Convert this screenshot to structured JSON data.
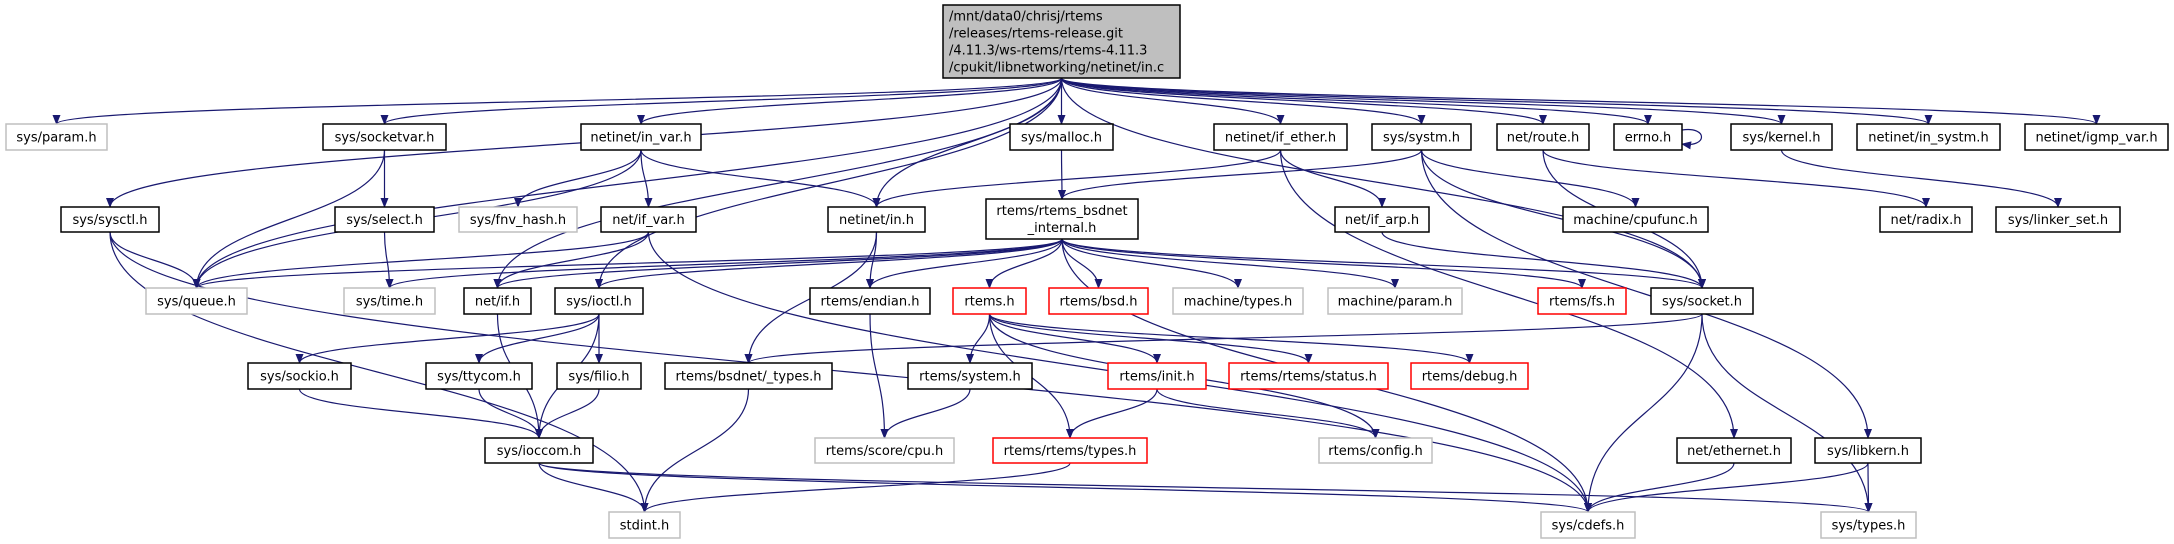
{
  "colors": {
    "edge": "#191970",
    "root_fill": "#bfbfbf",
    "node_border": "#000000",
    "missing_border": "#bfbfbf",
    "truncated_border": "#ff0000"
  },
  "nodes": [
    {
      "id": "root",
      "kind": "root",
      "lines": [
        "/mnt/data0/chrisj/rtems",
        "/releases/rtems-release.git",
        "/4.11.3/ws-rtems/rtems-4.11.3",
        "/cpukit/libnetworking/netinet/in.c"
      ]
    },
    {
      "id": "param",
      "kind": "missing",
      "lines": [
        "sys/param.h"
      ]
    },
    {
      "id": "socketvar",
      "kind": "normal",
      "lines": [
        "sys/socketvar.h"
      ]
    },
    {
      "id": "in_var",
      "kind": "normal",
      "lines": [
        "netinet/in_var.h"
      ]
    },
    {
      "id": "malloc",
      "kind": "normal",
      "lines": [
        "sys/malloc.h"
      ]
    },
    {
      "id": "if_ether",
      "kind": "normal",
      "lines": [
        "netinet/if_ether.h"
      ]
    },
    {
      "id": "systm",
      "kind": "normal",
      "lines": [
        "sys/systm.h"
      ]
    },
    {
      "id": "route",
      "kind": "normal",
      "lines": [
        "net/route.h"
      ]
    },
    {
      "id": "errno",
      "kind": "normal",
      "lines": [
        "errno.h"
      ]
    },
    {
      "id": "kernel",
      "kind": "normal",
      "lines": [
        "sys/kernel.h"
      ]
    },
    {
      "id": "in_systm",
      "kind": "normal",
      "lines": [
        "netinet/in_systm.h"
      ]
    },
    {
      "id": "igmp_var",
      "kind": "normal",
      "lines": [
        "netinet/igmp_var.h"
      ]
    },
    {
      "id": "sysctl",
      "kind": "normal",
      "lines": [
        "sys/sysctl.h"
      ]
    },
    {
      "id": "select",
      "kind": "normal",
      "lines": [
        "sys/select.h"
      ]
    },
    {
      "id": "fnv_hash",
      "kind": "missing",
      "lines": [
        "sys/fnv_hash.h"
      ]
    },
    {
      "id": "if_var",
      "kind": "normal",
      "lines": [
        "net/if_var.h"
      ]
    },
    {
      "id": "in",
      "kind": "normal",
      "lines": [
        "netinet/in.h"
      ]
    },
    {
      "id": "bsdnet",
      "kind": "normal",
      "lines": [
        "rtems/rtems_bsdnet",
        "_internal.h"
      ]
    },
    {
      "id": "if_arp",
      "kind": "normal",
      "lines": [
        "net/if_arp.h"
      ]
    },
    {
      "id": "cpufunc",
      "kind": "normal",
      "lines": [
        "machine/cpufunc.h"
      ]
    },
    {
      "id": "radix",
      "kind": "normal",
      "lines": [
        "net/radix.h"
      ]
    },
    {
      "id": "linker_set",
      "kind": "normal",
      "lines": [
        "sys/linker_set.h"
      ]
    },
    {
      "id": "queue",
      "kind": "missing",
      "lines": [
        "sys/queue.h"
      ]
    },
    {
      "id": "time",
      "kind": "missing",
      "lines": [
        "sys/time.h"
      ]
    },
    {
      "id": "if",
      "kind": "normal",
      "lines": [
        "net/if.h"
      ]
    },
    {
      "id": "ioctl",
      "kind": "normal",
      "lines": [
        "sys/ioctl.h"
      ]
    },
    {
      "id": "endian",
      "kind": "normal",
      "lines": [
        "rtems/endian.h"
      ]
    },
    {
      "id": "rtems",
      "kind": "truncated",
      "lines": [
        "rtems.h"
      ]
    },
    {
      "id": "bsd",
      "kind": "truncated",
      "lines": [
        "rtems/bsd.h"
      ]
    },
    {
      "id": "mtypes",
      "kind": "missing",
      "lines": [
        "machine/types.h"
      ]
    },
    {
      "id": "mparam",
      "kind": "missing",
      "lines": [
        "machine/param.h"
      ]
    },
    {
      "id": "fs",
      "kind": "truncated",
      "lines": [
        "rtems/fs.h"
      ]
    },
    {
      "id": "socket",
      "kind": "normal",
      "lines": [
        "sys/socket.h"
      ]
    },
    {
      "id": "sockio",
      "kind": "normal",
      "lines": [
        "sys/sockio.h"
      ]
    },
    {
      "id": "ttycom",
      "kind": "normal",
      "lines": [
        "sys/ttycom.h"
      ]
    },
    {
      "id": "filio",
      "kind": "normal",
      "lines": [
        "sys/filio.h"
      ]
    },
    {
      "id": "bsdnet_types",
      "kind": "normal",
      "lines": [
        "rtems/bsdnet/_types.h"
      ]
    },
    {
      "id": "system",
      "kind": "normal",
      "lines": [
        "rtems/system.h"
      ]
    },
    {
      "id": "init",
      "kind": "truncated",
      "lines": [
        "rtems/init.h"
      ]
    },
    {
      "id": "status",
      "kind": "truncated",
      "lines": [
        "rtems/rtems/status.h"
      ]
    },
    {
      "id": "debug",
      "kind": "truncated",
      "lines": [
        "rtems/debug.h"
      ]
    },
    {
      "id": "ioccom",
      "kind": "normal",
      "lines": [
        "sys/ioccom.h"
      ]
    },
    {
      "id": "cpu",
      "kind": "missing",
      "lines": [
        "rtems/score/cpu.h"
      ]
    },
    {
      "id": "rtypes",
      "kind": "truncated",
      "lines": [
        "rtems/rtems/types.h"
      ]
    },
    {
      "id": "config",
      "kind": "missing",
      "lines": [
        "rtems/config.h"
      ]
    },
    {
      "id": "ethernet",
      "kind": "normal",
      "lines": [
        "net/ethernet.h"
      ]
    },
    {
      "id": "libkern",
      "kind": "normal",
      "lines": [
        "sys/libkern.h"
      ]
    },
    {
      "id": "stdint",
      "kind": "missing",
      "lines": [
        "stdint.h"
      ]
    },
    {
      "id": "cdefs",
      "kind": "missing",
      "lines": [
        "sys/cdefs.h"
      ]
    },
    {
      "id": "types",
      "kind": "missing",
      "lines": [
        "sys/types.h"
      ]
    }
  ],
  "edges": [
    [
      "root",
      "param"
    ],
    [
      "root",
      "sysctl"
    ],
    [
      "root",
      "queue"
    ],
    [
      "root",
      "socketvar"
    ],
    [
      "root",
      "in_var"
    ],
    [
      "root",
      "if"
    ],
    [
      "root",
      "ioctl"
    ],
    [
      "root",
      "in"
    ],
    [
      "root",
      "malloc"
    ],
    [
      "root",
      "if_ether"
    ],
    [
      "root",
      "systm"
    ],
    [
      "root",
      "route"
    ],
    [
      "root",
      "errno"
    ],
    [
      "root",
      "kernel"
    ],
    [
      "root",
      "in_systm"
    ],
    [
      "root",
      "igmp_var"
    ],
    [
      "root",
      "socket"
    ],
    [
      "socketvar",
      "queue"
    ],
    [
      "socketvar",
      "select"
    ],
    [
      "select",
      "time"
    ],
    [
      "in_var",
      "queue"
    ],
    [
      "in_var",
      "fnv_hash"
    ],
    [
      "in_var",
      "if_var"
    ],
    [
      "in_var",
      "in"
    ],
    [
      "if_var",
      "queue"
    ],
    [
      "if_var",
      "if"
    ],
    [
      "if_var",
      "cdefs"
    ],
    [
      "sysctl",
      "queue"
    ],
    [
      "sysctl",
      "stdint"
    ],
    [
      "sysctl",
      "cdefs"
    ],
    [
      "malloc",
      "bsdnet"
    ],
    [
      "if_ether",
      "in"
    ],
    [
      "if_ether",
      "if_arp"
    ],
    [
      "if_ether",
      "ethernet"
    ],
    [
      "systm",
      "bsdnet"
    ],
    [
      "systm",
      "cpufunc"
    ],
    [
      "systm",
      "socket"
    ],
    [
      "systm",
      "libkern"
    ],
    [
      "route",
      "radix"
    ],
    [
      "route",
      "socket"
    ],
    [
      "errno",
      "errno"
    ],
    [
      "kernel",
      "linker_set"
    ],
    [
      "if_arp",
      "socket"
    ],
    [
      "in",
      "endian"
    ],
    [
      "in",
      "bsdnet_types"
    ],
    [
      "bsdnet",
      "queue"
    ],
    [
      "bsdnet",
      "time"
    ],
    [
      "bsdnet",
      "if"
    ],
    [
      "bsdnet",
      "ioctl"
    ],
    [
      "bsdnet",
      "endian"
    ],
    [
      "bsdnet",
      "rtems"
    ],
    [
      "bsdnet",
      "bsd"
    ],
    [
      "bsdnet",
      "mtypes"
    ],
    [
      "bsdnet",
      "mparam"
    ],
    [
      "bsdnet",
      "fs"
    ],
    [
      "bsdnet",
      "socket"
    ],
    [
      "bsdnet",
      "cdefs"
    ],
    [
      "endian",
      "cpu"
    ],
    [
      "rtems",
      "system"
    ],
    [
      "rtems",
      "init"
    ],
    [
      "rtems",
      "status"
    ],
    [
      "rtems",
      "debug"
    ],
    [
      "rtems",
      "rtypes"
    ],
    [
      "rtems",
      "config"
    ],
    [
      "system",
      "cpu"
    ],
    [
      "init",
      "rtypes"
    ],
    [
      "init",
      "config"
    ],
    [
      "rtypes",
      "stdint"
    ],
    [
      "bsdnet_types",
      "stdint"
    ],
    [
      "socket",
      "bsdnet_types"
    ],
    [
      "socket",
      "cdefs"
    ],
    [
      "socket",
      "types"
    ],
    [
      "if",
      "ioccom"
    ],
    [
      "ioctl",
      "sockio"
    ],
    [
      "ioctl",
      "ttycom"
    ],
    [
      "ioctl",
      "filio"
    ],
    [
      "ioctl",
      "ioccom"
    ],
    [
      "sockio",
      "ioccom"
    ],
    [
      "ttycom",
      "ioccom"
    ],
    [
      "filio",
      "ioccom"
    ],
    [
      "ioccom",
      "stdint"
    ],
    [
      "ioccom",
      "cdefs"
    ],
    [
      "ioccom",
      "types"
    ],
    [
      "ethernet",
      "cdefs"
    ],
    [
      "libkern",
      "cdefs"
    ],
    [
      "libkern",
      "types"
    ]
  ]
}
